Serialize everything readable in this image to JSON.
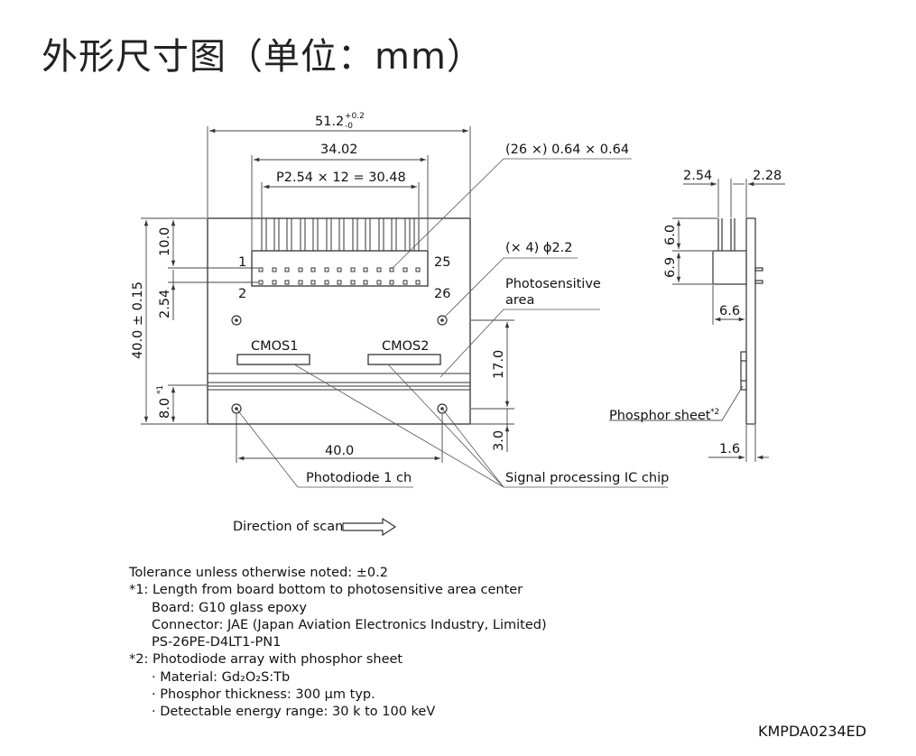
{
  "title": "外形尺寸图（单位：mm）",
  "dims": {
    "overall_width": "51.2",
    "overall_width_tol_plus": "+0.2",
    "overall_width_tol_minus": "-0",
    "connector_width": "34.02",
    "pitch": "P2.54 × 12 = 30.48",
    "pin_size": "(26 ×) 0.64 × 0.64",
    "holes": "(× 4) ϕ2.2",
    "height_10": "10.0",
    "height_254": "2.54",
    "overall_height": "40.0 ± 0.15",
    "height_8": "8.0",
    "height_8_note": "*1",
    "height_17": "17.0",
    "height_3": "3.0",
    "hole_spacing": "40.0",
    "side_254": "2.54",
    "side_228": "2.28",
    "side_60": "6.0",
    "side_69": "6.9",
    "side_66": "6.6",
    "side_16": "1.6"
  },
  "labels": {
    "pin1": "1",
    "pin2": "2",
    "pin25": "25",
    "pin26": "26",
    "photosensitive_line1": "Photosensitive",
    "photosensitive_line2": "area",
    "cmos1": "CMOS1",
    "cmos2": "CMOS2",
    "photodiode": "Photodiode 1 ch",
    "signal_ic": "Signal processing IC chip",
    "phosphor": "Phosphor sheet",
    "phosphor_note": "*2",
    "scan": "Direction of scan"
  },
  "notes": {
    "tolerance": "Tolerance unless otherwise noted: ±0.2",
    "note1": "*1: Length from board bottom to photosensitive area center",
    "board": "Board: G10 glass epoxy",
    "connector": "Connector: JAE (Japan Aviation Electronics Industry, Limited)",
    "part": "PS-26PE-D4LT1-PN1",
    "note2": "*2: Photodiode array with phosphor sheet",
    "material": "· Material: Gd₂O₂S:Tb",
    "thickness": "· Phosphor thickness: 300 μm typ.",
    "energy": "· Detectable energy range: 30 k to 100 keV"
  },
  "code": "KMPDA0234ED"
}
